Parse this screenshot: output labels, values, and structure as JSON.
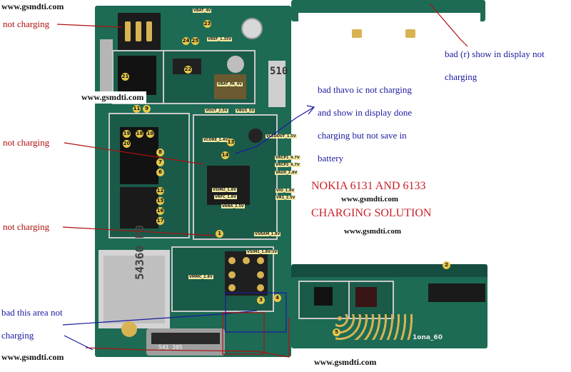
{
  "watermark": "www.gsmdti.com",
  "labels": {
    "not_charging_top": "not charging",
    "not_charging_mid": "not charging",
    "not_charging_low": "not charging",
    "bad_area_line1": "bad this area not",
    "bad_area_line2": "charging",
    "bad_display_line1": "bad (r) show in display not",
    "bad_display_line2": "charging",
    "bad_thavo_line1": "bad thavo ic not charging",
    "bad_thavo_line2": "and show in display done",
    "bad_thavo_line3": "charging but not save in",
    "bad_thavo_line4": "battery",
    "title_line1": "NOKIA 6131 AND 6133",
    "title_line2": "CHARGING SOLUTION"
  },
  "board_text": {
    "connector_code": "54360 P0",
    "strip_code": "510",
    "flex_code": "1ona_60",
    "bottom_code": "541 305"
  },
  "component_tags": [
    "VBAT_4V",
    "VREF_1.35V",
    "VBAT_PA_4V",
    "VOUT_2.5V",
    "VBUS_5V",
    "VCORE_1.4V",
    "VLEDOUT_1.5V",
    "VRCP1_4.7V",
    "VRCP2_4.7V",
    "VAUX_2.8V",
    "VIO_1.8V",
    "VR1_2.5V",
    "VSIM2_1.8V",
    "VRFC_1.8V",
    "VANA_2.5V",
    "VSRAM_1.8V",
    "VSIM1_1.8V/3V",
    "VMMC_2.8V"
  ],
  "markers": [
    "23",
    "24",
    "25",
    "22",
    "21",
    "11",
    "9",
    "10",
    "19",
    "18",
    "20",
    "13",
    "14",
    "8",
    "7",
    "6",
    "12",
    "15",
    "16",
    "17",
    "1",
    "2",
    "3",
    "4",
    "5"
  ],
  "colors": {
    "pcb": "#1d6b55",
    "annotation_red": "#b01010",
    "annotation_blue": "#1a1aa0",
    "title_red": "#c8202a"
  }
}
